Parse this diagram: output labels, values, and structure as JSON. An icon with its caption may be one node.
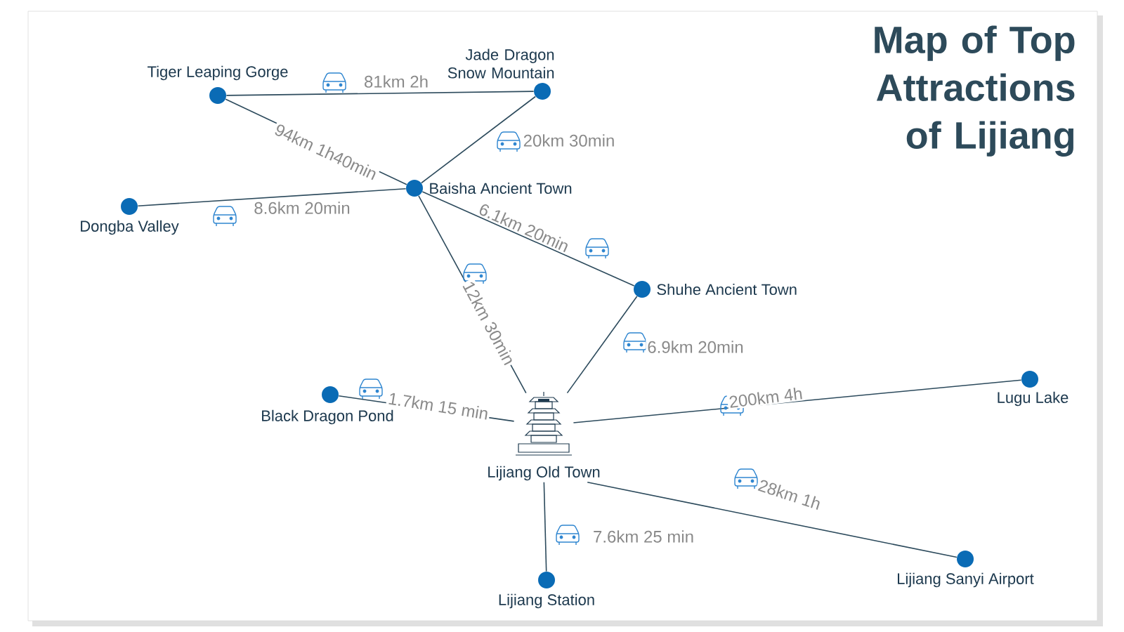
{
  "diagram": {
    "title": "Map of Top Attractions of Lijiang",
    "nodes": [
      {
        "text": [
          "Tiger Leaping Gorge"
        ]
      },
      {
        "text": [
          "Jade Dragon Snow Mountain"
        ]
      },
      {
        "text": [
          "Baisha Ancient Town"
        ]
      },
      {
        "text": [
          "Dongba Valley"
        ]
      },
      {
        "text": [
          "Shuhe Ancient Town"
        ]
      },
      {
        "text": [
          "Black Dragon Pond"
        ]
      },
      {
        "text": [
          "Lijiang Old Town"
        ]
      },
      {
        "text": [
          "Lugu Lake"
        ]
      },
      {
        "text": [
          "Lijiang Sanyi Airport"
        ]
      },
      {
        "text": [
          "Lijiang Station"
        ]
      }
    ],
    "edges": [
      {
        "from": 0,
        "to": 1,
        "arrow": "none",
        "label": "81km 2h"
      },
      {
        "from": 0,
        "to": 2,
        "arrow": "none",
        "label": "94km 1h40min"
      },
      {
        "from": 1,
        "to": 2,
        "arrow": "none",
        "label": "20km 30min"
      },
      {
        "from": 3,
        "to": 2,
        "arrow": "none",
        "label": "8.6km 20min"
      },
      {
        "from": 2,
        "to": 4,
        "arrow": "none",
        "label": "6.1km 20min"
      },
      {
        "from": 2,
        "to": 6,
        "arrow": "none",
        "label": "12km 30min"
      },
      {
        "from": 4,
        "to": 6,
        "arrow": "none",
        "label": "6.9km 20min"
      },
      {
        "from": 5,
        "to": 6,
        "arrow": "none",
        "label": "1.7km 15 min"
      },
      {
        "from": 6,
        "to": 7,
        "arrow": "none",
        "label": "200km 4h"
      },
      {
        "from": 6,
        "to": 8,
        "arrow": "none",
        "label": "28km 1h"
      },
      {
        "from": 6,
        "to": 9,
        "arrow": "none",
        "label": "7.6km 25 min"
      }
    ]
  }
}
